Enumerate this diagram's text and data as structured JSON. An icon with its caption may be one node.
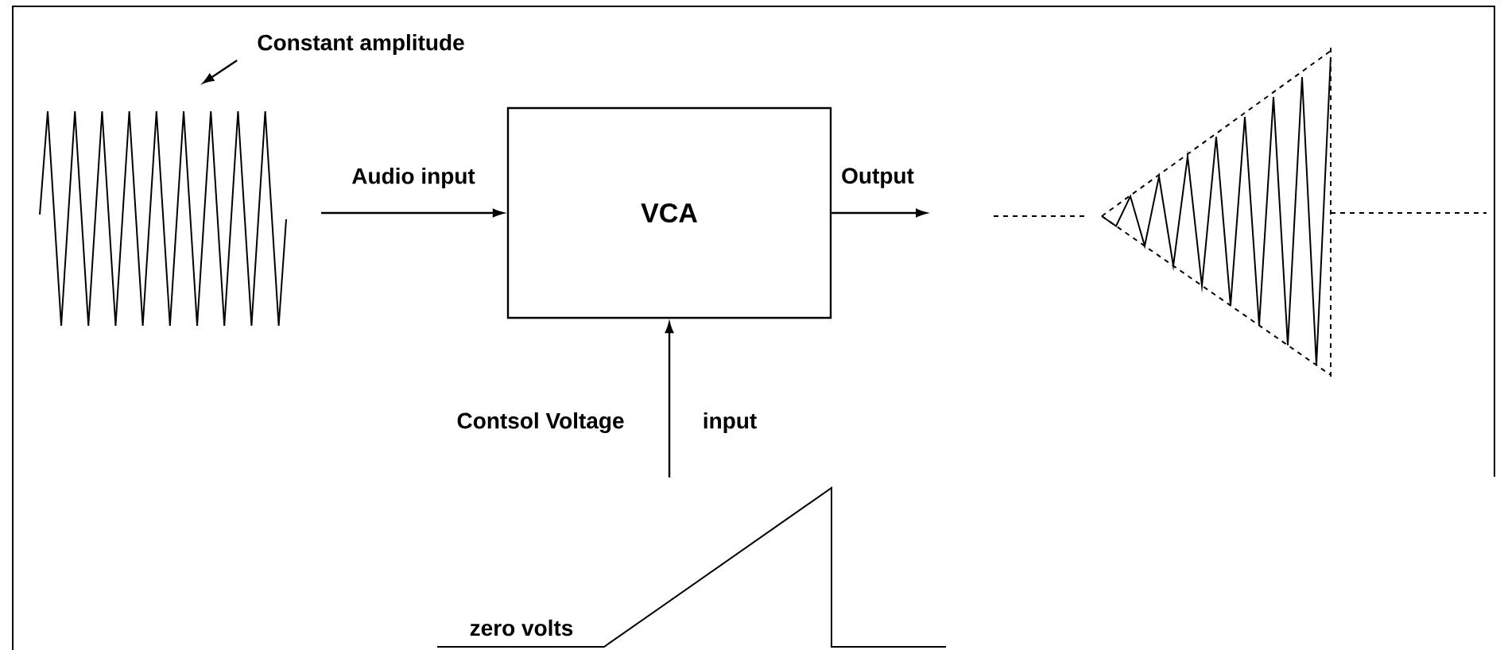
{
  "diagram": {
    "nodes": [
      {
        "text": [
          "VCA"
        ]
      },
      {
        "text": [
          "Constant amplitude"
        ]
      },
      {
        "text": [],
        "shape": "picture"
      },
      {
        "text": [],
        "shape": "picture"
      },
      {
        "text": [],
        "shape": "picture"
      }
    ],
    "edges": [
      {
        "from": 1,
        "to": 2,
        "arrow": "to"
      },
      {
        "from": null,
        "to": 0,
        "arrow": "to",
        "label": "Audio input"
      },
      {
        "from": 0,
        "to": null,
        "arrow": "to",
        "label": "Output"
      },
      {
        "from": 4,
        "to": 0,
        "arrow": "to"
      }
    ],
    "labels": [
      "Contsol Voltage",
      "input",
      "zero volts"
    ]
  }
}
